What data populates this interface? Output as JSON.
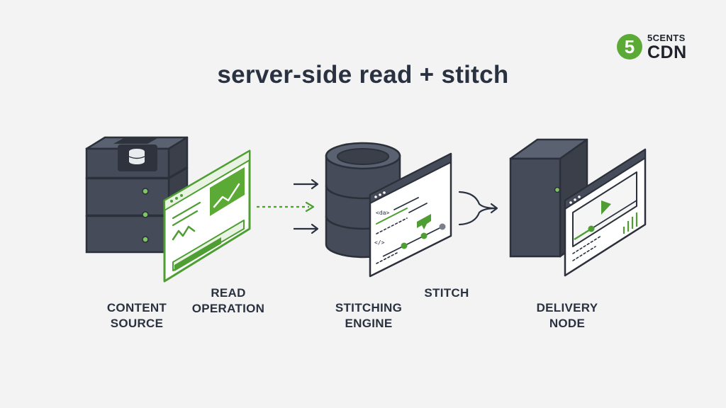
{
  "title": "server-side read + stitch",
  "logo": {
    "badge": "5",
    "line1": "5CENTS",
    "line2": "CDN"
  },
  "labels": {
    "content_source": [
      "CONTENT",
      "SOURCE"
    ],
    "read_operation": [
      "READ",
      "OPERATION"
    ],
    "stitching_engine": [
      "STITCHING",
      "ENGINE"
    ],
    "stitch": "STITCH",
    "delivery_node": [
      "DELIVERY",
      "NODE"
    ]
  },
  "code_tags": {
    "open": "<da>",
    "close": "</>"
  },
  "colors": {
    "accent_green": "#4f9e34",
    "server_dark": "#454b58",
    "text_dark": "#2a3140",
    "background": "#f2f3f2"
  },
  "icons": [
    "database-icon",
    "chart-icon",
    "play-icon",
    "arrow-icon",
    "merge-arrow-icon"
  ]
}
